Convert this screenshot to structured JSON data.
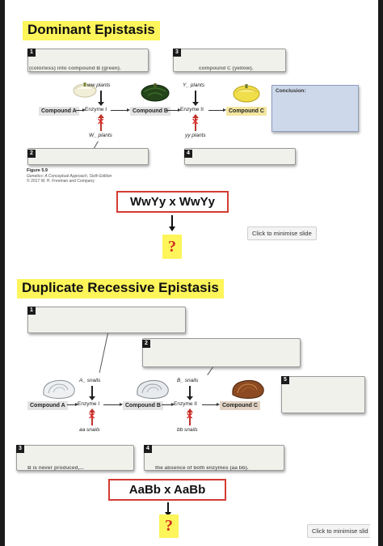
{
  "dominant": {
    "title": "Dominant Epistasis",
    "badges": [
      "1",
      "3",
      "2",
      "4"
    ],
    "compounds": [
      "Compound A",
      "Compound B",
      "Compound C"
    ],
    "enzymes": [
      "Enzyme I",
      "Enzyme II"
    ],
    "plants_top": [
      "ww plants",
      "Y_ plants"
    ],
    "plants_bottom": [
      "W_ plants",
      "yy plants"
    ],
    "box1_partial": "(colorless) into compound B (green).",
    "box3_partial": "compound C (yellow).",
    "conclusion_label": "Conclusion:",
    "figure_caption": {
      "title": "Figure 5.9",
      "line1": "Genetics: A Conceptual Approach, Sixth Edition",
      "line2": "© 2017 W. H. Freeman and Company"
    },
    "cross": "WwYy x WwYy",
    "question": "?",
    "minimise": "Click to minimise slide"
  },
  "duplicate": {
    "title": "Duplicate Recessive Epistasis",
    "badges": [
      "1",
      "2",
      "5",
      "3",
      "4"
    ],
    "compounds": [
      "Compound A",
      "Compound B",
      "Compound C"
    ],
    "enzymes": [
      "Enzyme I",
      "Enzyme II"
    ],
    "snails_top": [
      "A_ snails",
      "B_ snails"
    ],
    "snails_bottom": [
      "aa snails",
      "bb snails"
    ],
    "box3_partial": "B is never produced,...",
    "box4_partial": "the absence of both enzymes (aa bb).",
    "cross": "AaBb x AaBb",
    "question": "?",
    "minimise": "Click to minimise slid"
  }
}
